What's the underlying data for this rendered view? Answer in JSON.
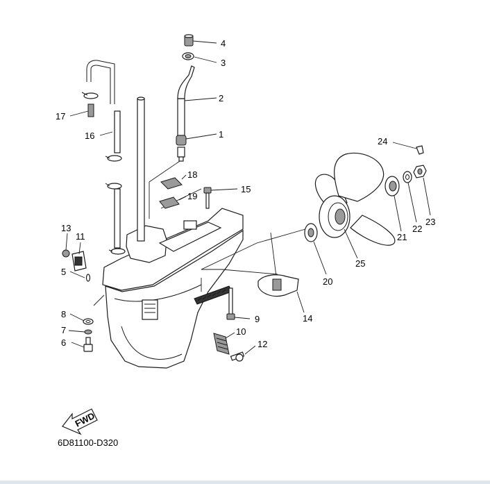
{
  "diagram": {
    "catalog_code": "6D81100-D320",
    "fwd_label": "FWD",
    "callouts": [
      {
        "id": "c1",
        "text": "1"
      },
      {
        "id": "c2",
        "text": "2"
      },
      {
        "id": "c3",
        "text": "3"
      },
      {
        "id": "c4",
        "text": "4"
      },
      {
        "id": "c5",
        "text": "5"
      },
      {
        "id": "c6",
        "text": "6"
      },
      {
        "id": "c7",
        "text": "7"
      },
      {
        "id": "c8",
        "text": "8"
      },
      {
        "id": "c9",
        "text": "9"
      },
      {
        "id": "c10",
        "text": "10"
      },
      {
        "id": "c11",
        "text": "11"
      },
      {
        "id": "c12",
        "text": "12"
      },
      {
        "id": "c13",
        "text": "13"
      },
      {
        "id": "c14",
        "text": "14"
      },
      {
        "id": "c15",
        "text": "15"
      },
      {
        "id": "c16",
        "text": "16"
      },
      {
        "id": "c17",
        "text": "17"
      },
      {
        "id": "c18",
        "text": "18"
      },
      {
        "id": "c19",
        "text": "19"
      },
      {
        "id": "c20",
        "text": "20"
      },
      {
        "id": "c21",
        "text": "21"
      },
      {
        "id": "c22",
        "text": "22"
      },
      {
        "id": "c23",
        "text": "23"
      },
      {
        "id": "c24",
        "text": "24"
      },
      {
        "id": "c25",
        "text": "25"
      }
    ]
  }
}
